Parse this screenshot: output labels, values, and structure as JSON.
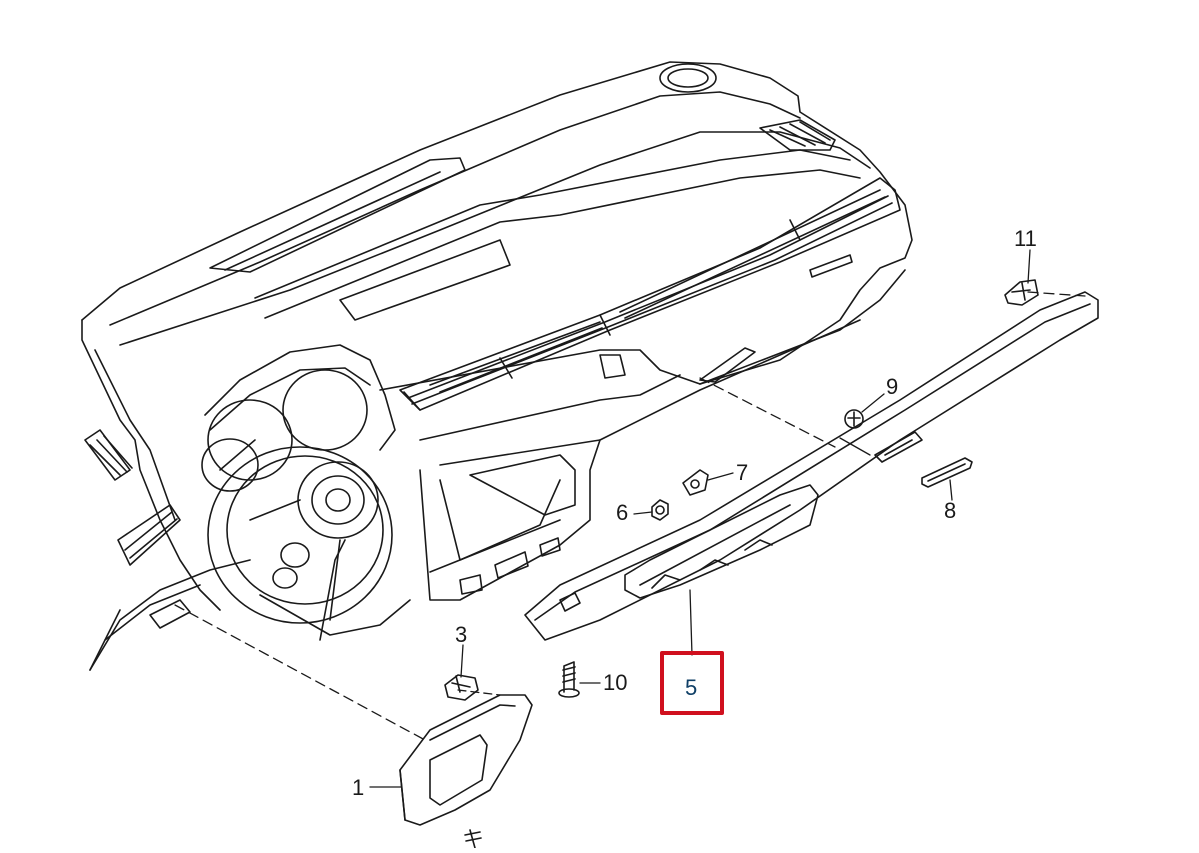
{
  "diagram": {
    "callouts": [
      {
        "id": "1",
        "label": "1"
      },
      {
        "id": "3",
        "label": "3"
      },
      {
        "id": "5",
        "label": "5"
      },
      {
        "id": "6",
        "label": "6"
      },
      {
        "id": "7",
        "label": "7"
      },
      {
        "id": "8",
        "label": "8"
      },
      {
        "id": "9",
        "label": "9"
      },
      {
        "id": "10",
        "label": "10"
      },
      {
        "id": "11",
        "label": "11"
      }
    ],
    "highlighted_callout": "5",
    "highlight_color": "#d0101e",
    "line_color": "#1a1a1a",
    "background_color": "#ffffff"
  }
}
